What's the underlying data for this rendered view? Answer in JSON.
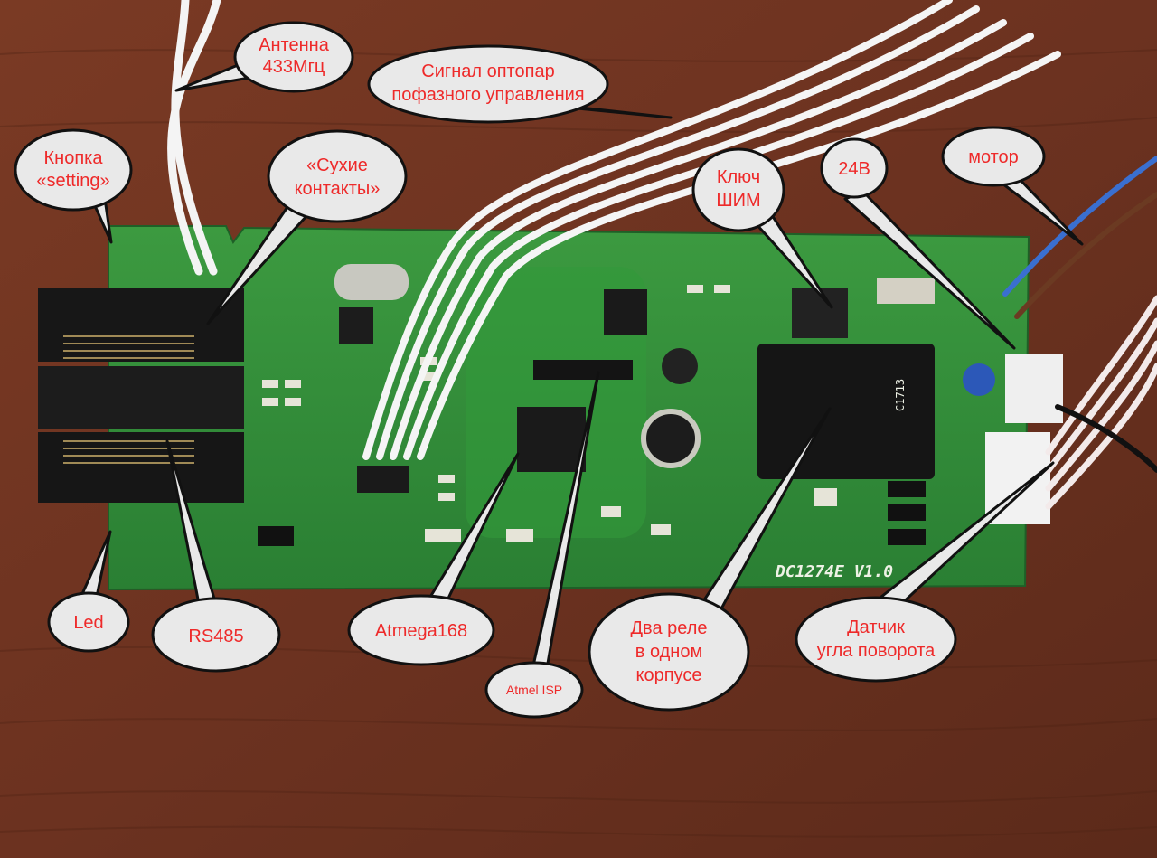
{
  "colors": {
    "table": "#6e3421",
    "pcb": "#2e8a36",
    "callout_fill": "#e9e9e9",
    "callout_text": "#ee2a2a",
    "silkscreen": "#eef2e6"
  },
  "board": {
    "silkscreen_label": "DC1274E V1.0",
    "relay_marking": "C1713"
  },
  "callouts": [
    {
      "id": "antenna",
      "lines": [
        "Антенна",
        "433Мгц"
      ]
    },
    {
      "id": "optocoupler-signal",
      "lines": [
        "Сигнал оптопар",
        "пофазного управления"
      ]
    },
    {
      "id": "setting-button",
      "lines": [
        "Кнопка",
        "«setting»"
      ]
    },
    {
      "id": "dry-contacts",
      "lines": [
        "«Сухие",
        "контакты»"
      ]
    },
    {
      "id": "pwm-key",
      "lines": [
        "Ключ",
        "ШИМ"
      ]
    },
    {
      "id": "power-24v",
      "lines": [
        "24В"
      ]
    },
    {
      "id": "motor",
      "lines": [
        "мотор"
      ]
    },
    {
      "id": "led",
      "lines": [
        "Led"
      ]
    },
    {
      "id": "rs485",
      "lines": [
        "RS485"
      ]
    },
    {
      "id": "atmega168",
      "lines": [
        "Atmega168"
      ]
    },
    {
      "id": "atmel-isp",
      "lines": [
        "Atmel ISP"
      ]
    },
    {
      "id": "two-relays",
      "lines": [
        "Два реле",
        "в одном",
        "корпусе"
      ]
    },
    {
      "id": "angle-sensor",
      "lines": [
        "Датчик",
        "угла поворота"
      ]
    }
  ]
}
